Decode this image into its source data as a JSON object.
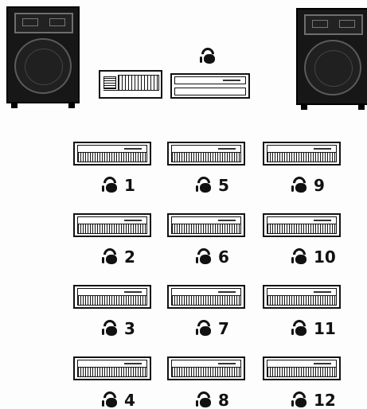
{
  "stations": [
    {
      "number": "1"
    },
    {
      "number": "5"
    },
    {
      "number": "9"
    },
    {
      "number": "2"
    },
    {
      "number": "6"
    },
    {
      "number": "10"
    },
    {
      "number": "3"
    },
    {
      "number": "7"
    },
    {
      "number": "11"
    },
    {
      "number": "4"
    },
    {
      "number": "8"
    },
    {
      "number": "12"
    }
  ],
  "icons": {
    "speaker": "speaker-icon",
    "mixer": "mixer-icon",
    "keyboard": "keyboard-icon",
    "headset": "headset-icon"
  },
  "colors": {
    "ink": "#111111",
    "paper": "#fdfdfd",
    "speaker_fill": "#171717"
  }
}
